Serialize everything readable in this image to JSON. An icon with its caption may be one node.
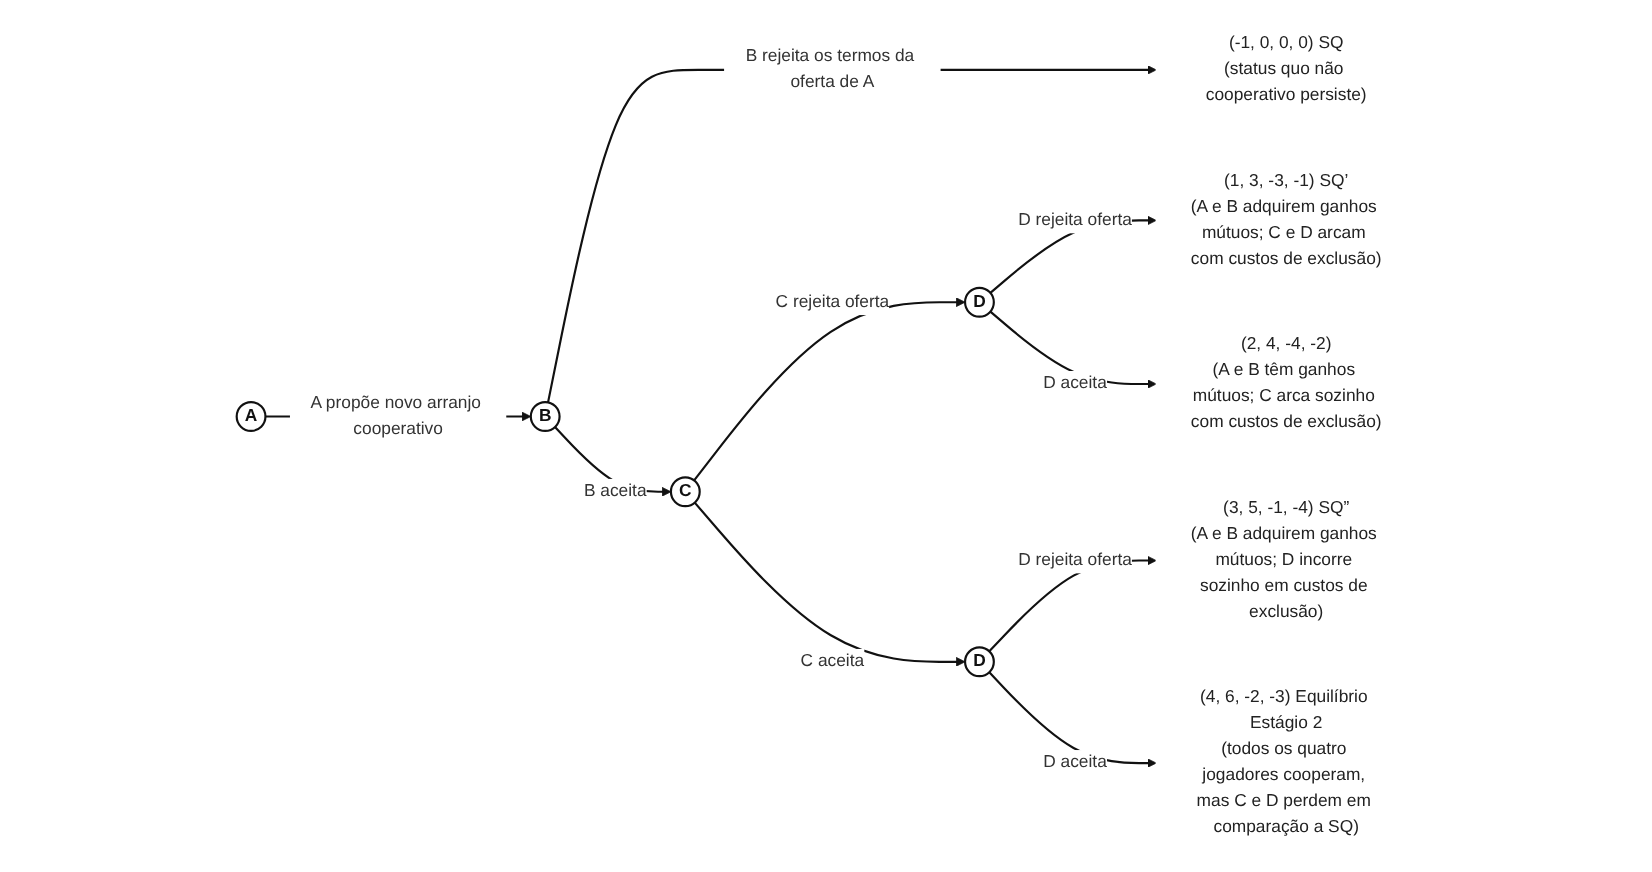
{
  "diagram": {
    "nodes": [
      {
        "text": [
          "A"
        ]
      },
      {
        "text": [
          "B"
        ]
      },
      {
        "text": [
          "(-1, 0, 0, 0) SQ",
          "(status quo não cooperativo persiste)"
        ]
      },
      {
        "text": [
          "C"
        ]
      },
      {
        "text": [
          "D"
        ]
      },
      {
        "text": [
          "(1, 3, -3, -1) SQ’",
          "(A e B adquirem ganhos mútuos; C e D arcam com custos de exclusão)"
        ]
      },
      {
        "text": [
          "(2, 4, -4, -2)",
          "(A e B têm ganhos mútuos; C arca sozinho com custos de exclusão)"
        ]
      },
      {
        "text": [
          "D"
        ]
      },
      {
        "text": [
          "(3, 5, -1, -4) SQ”",
          "(A e B adquirem ganhos mútuos; D incorre sozinho em custos de exclusão)"
        ]
      },
      {
        "text": [
          "(4, 6, -2, -3) Equilíbrio Estágio 2",
          "(todos os quatro jogadores cooperam, mas C e D perdem em comparação a SQ)"
        ]
      }
    ],
    "edges": [
      {
        "from": 0,
        "to": 1,
        "arrow": "to",
        "label": "A propõe novo arranjo cooperativo"
      },
      {
        "from": 1,
        "to": 2,
        "arrow": "to",
        "label": "B rejeita os termos da oferta de A"
      },
      {
        "from": 1,
        "to": 3,
        "arrow": "to",
        "label": "B aceita"
      },
      {
        "from": 3,
        "to": 4,
        "arrow": "to",
        "label": "C rejeita oferta"
      },
      {
        "from": 4,
        "to": 5,
        "arrow": "to",
        "label": "D rejeita oferta"
      },
      {
        "from": 4,
        "to": 6,
        "arrow": "to",
        "label": "D aceita"
      },
      {
        "from": 3,
        "to": 7,
        "arrow": "to",
        "label": "C aceita"
      },
      {
        "from": 7,
        "to": 8,
        "arrow": "to",
        "label": "D rejeita oferta"
      },
      {
        "from": 7,
        "to": 9,
        "arrow": "to",
        "label": "D aceita"
      }
    ]
  }
}
